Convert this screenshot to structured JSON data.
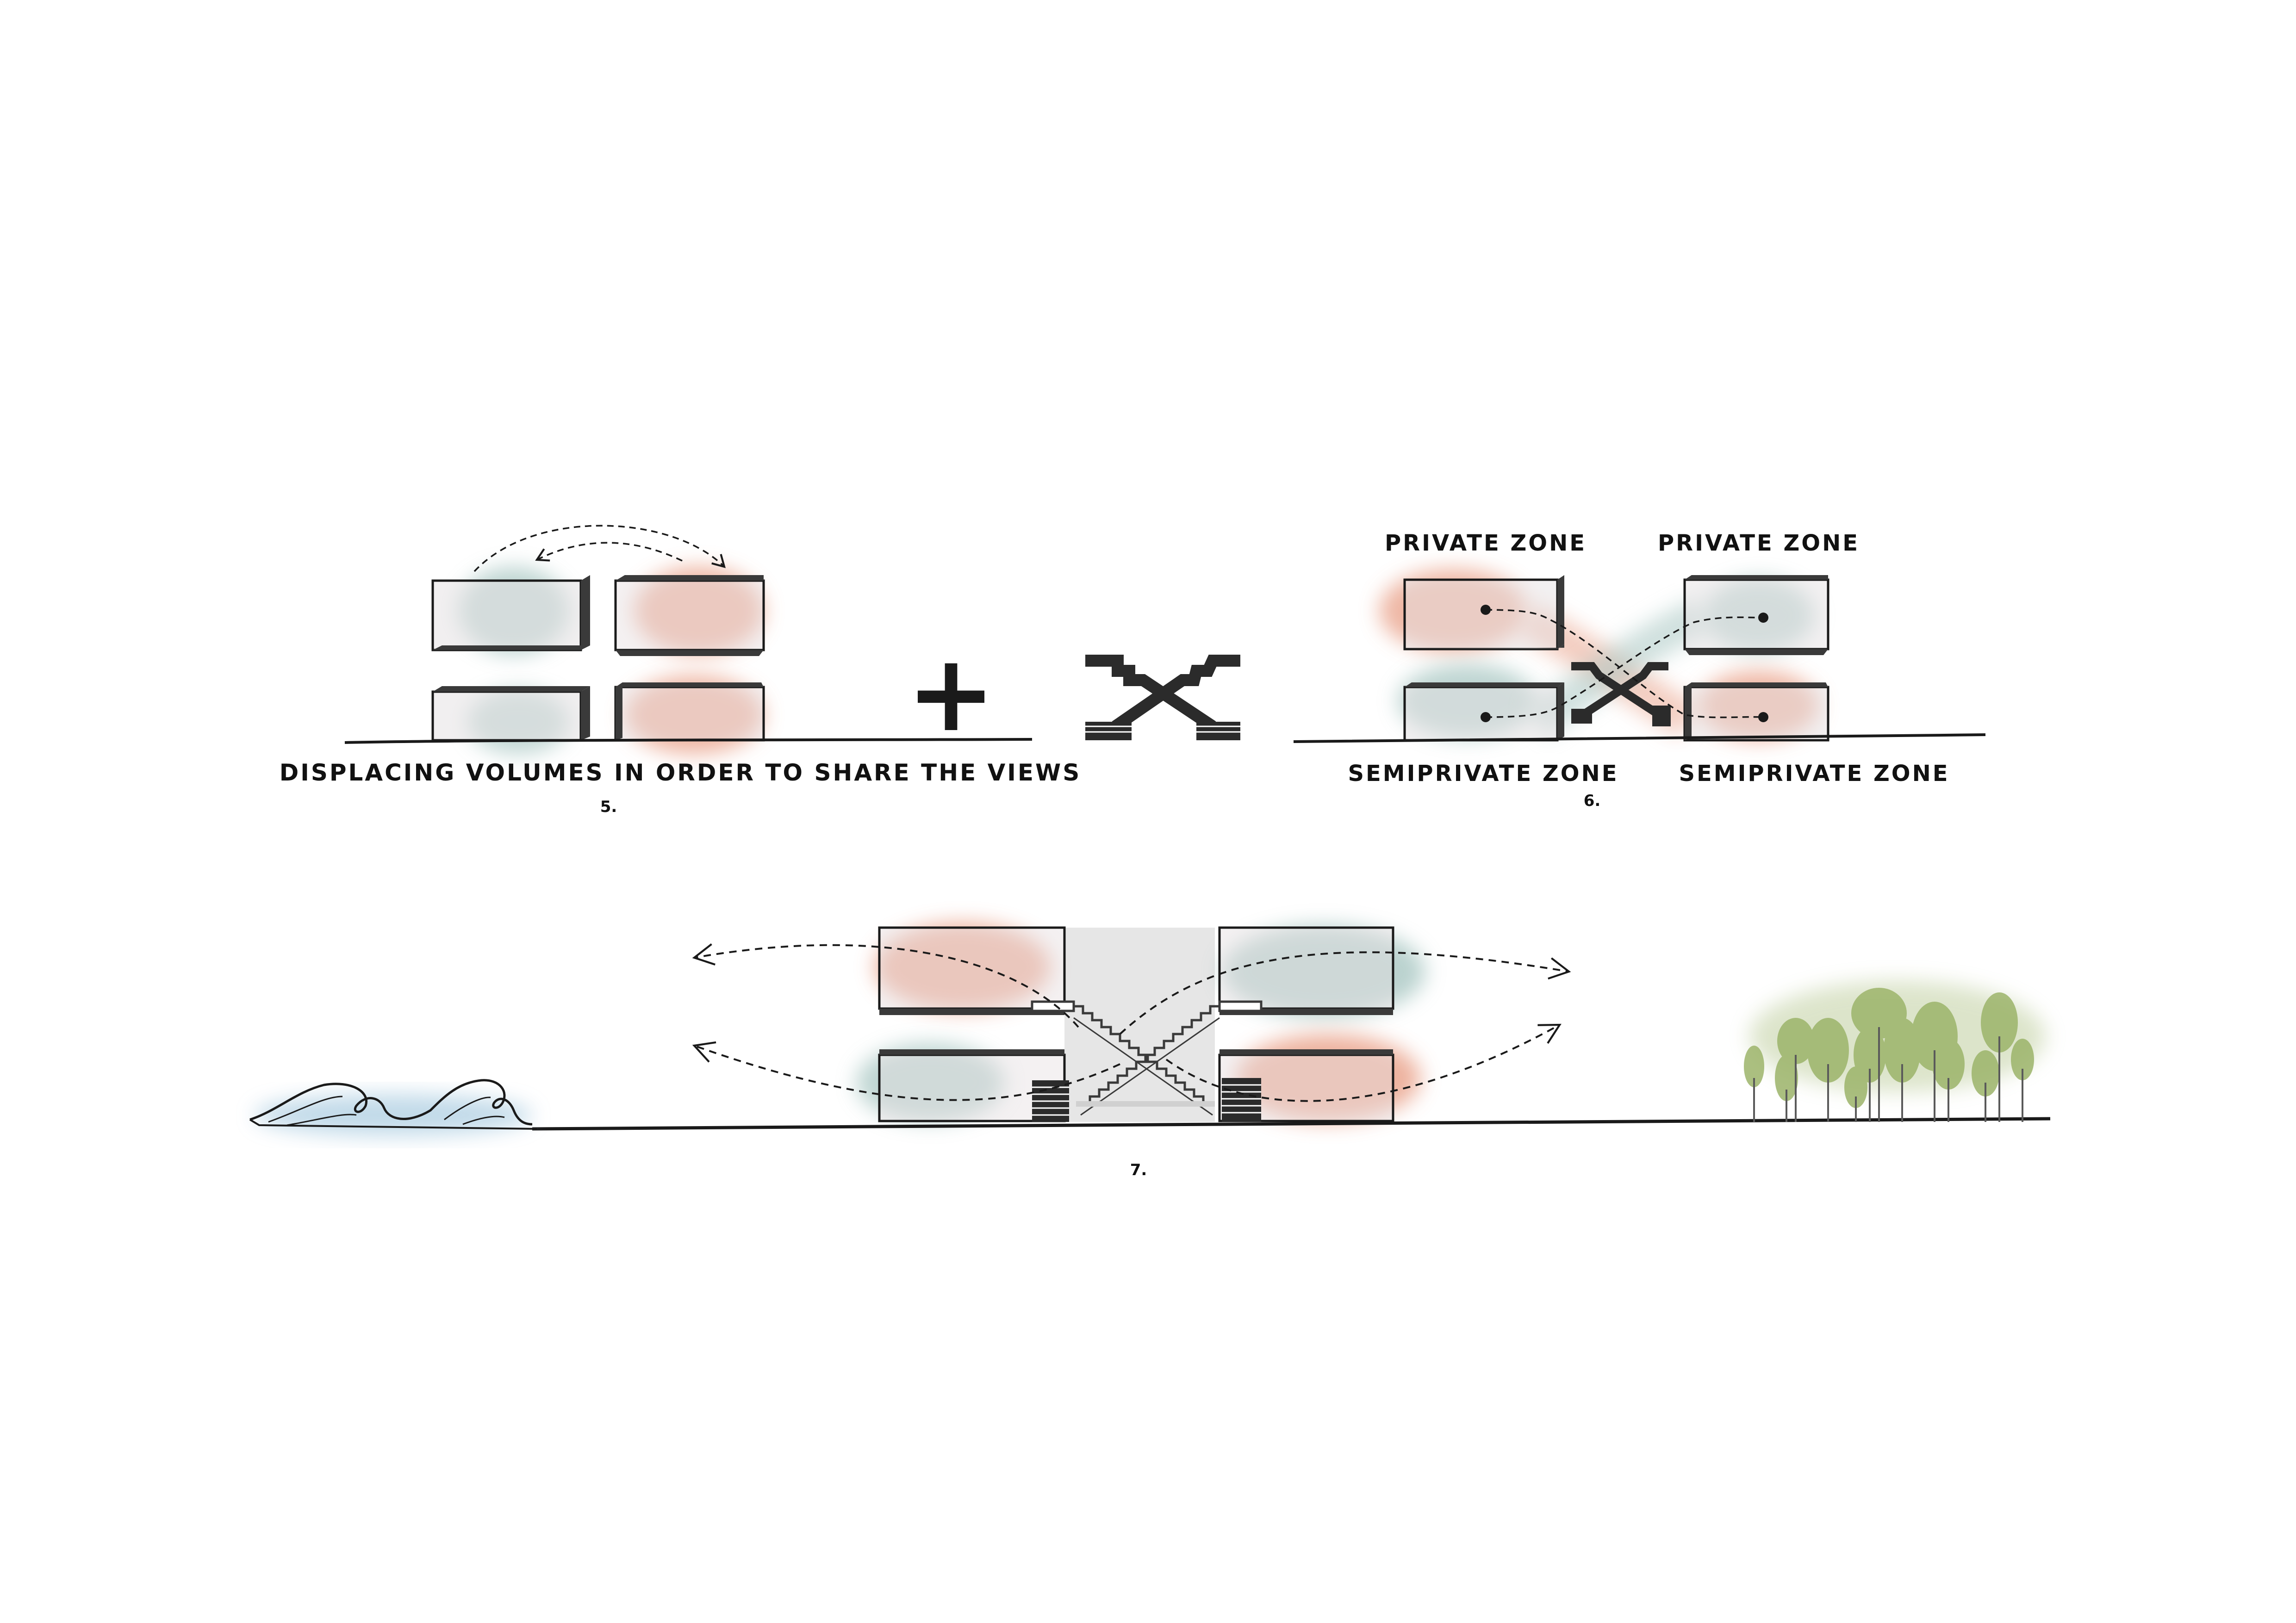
{
  "diagram5": {
    "caption": "DISPLACING VOLUMES IN ORDER TO SHARE THE VIEWS",
    "number": "5.",
    "plus_symbol": "+"
  },
  "diagram6": {
    "label_private_left": "PRIVATE ZONE",
    "label_private_right": "PRIVATE ZONE",
    "label_semiprivate_left": "SEMIPRIVATE ZONE",
    "label_semiprivate_right": "SEMIPRIVATE ZONE",
    "number": "6."
  },
  "diagram7": {
    "number": "7.",
    "left_icon": "wave-icon",
    "right_icon": "trees-icon"
  },
  "colors": {
    "ink": "#1a1a1a",
    "box_fill": "#e6e1e3",
    "box_side": "#3a3a3a",
    "wash_teal": "#a9c7c3",
    "wash_coral": "#eaa58e",
    "wave_blue": "#a8cbe0",
    "tree_green": "#9cb46a"
  }
}
